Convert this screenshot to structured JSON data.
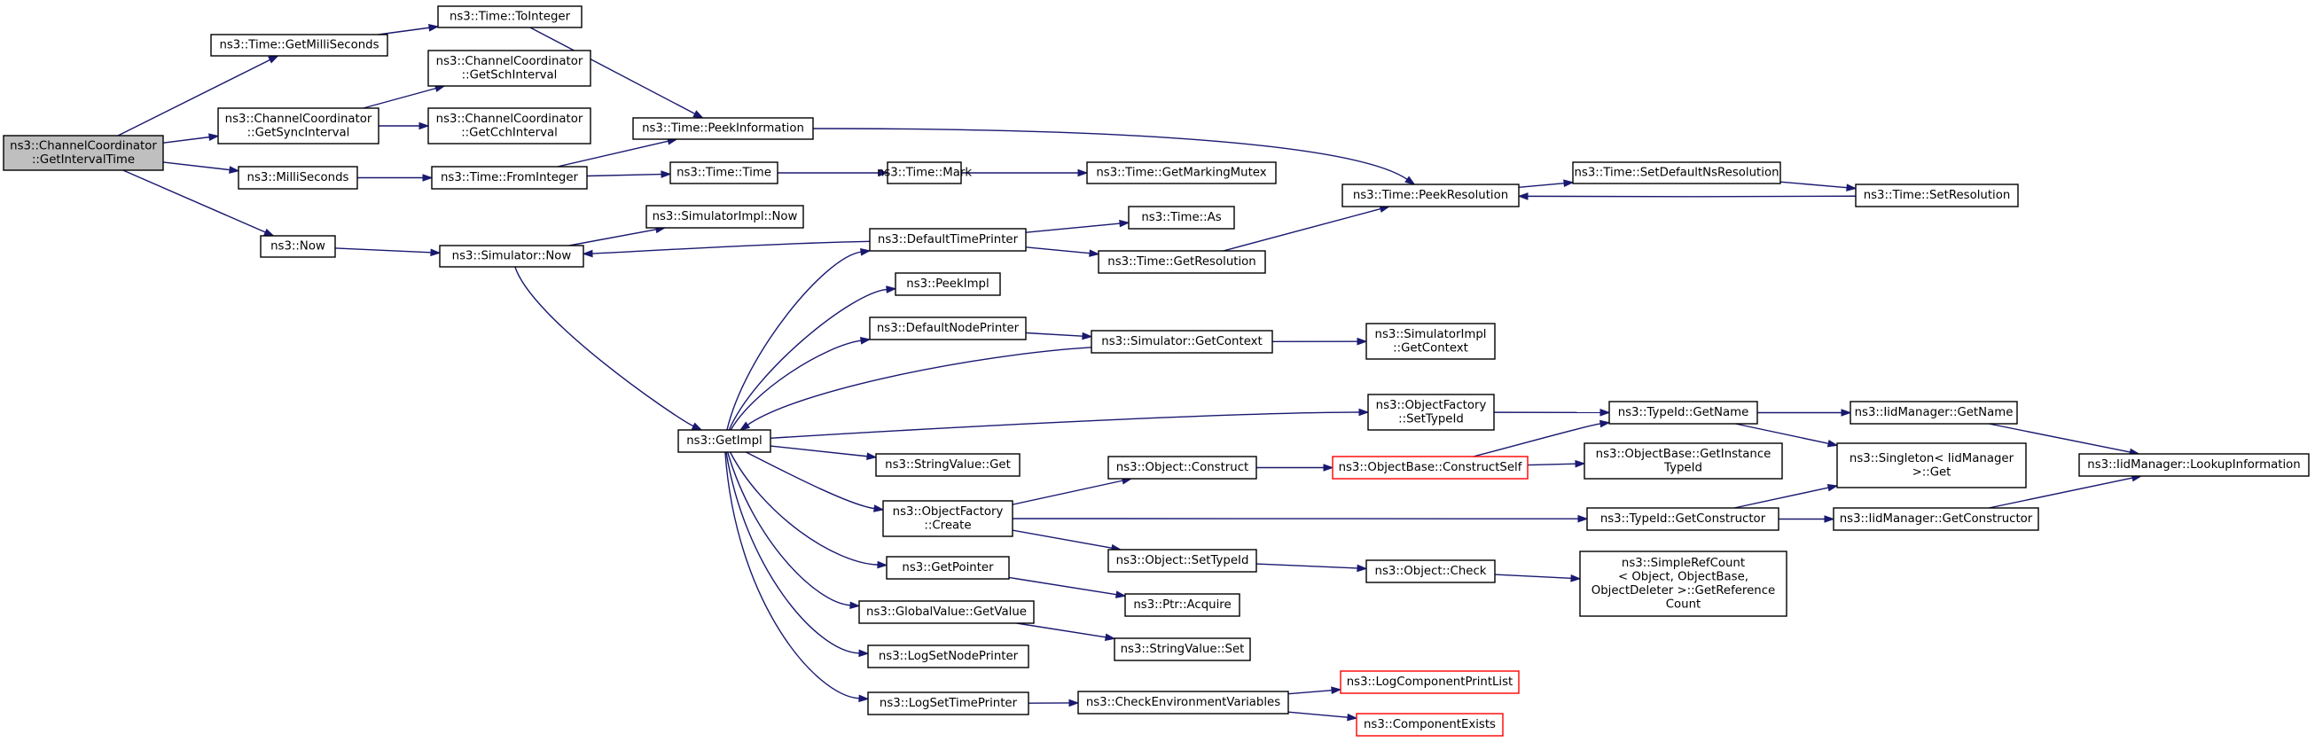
{
  "colors": {
    "edge": "#191970",
    "root_fill": "#bfbfbf",
    "node_fill": "#ffffff",
    "node_border": "#000000",
    "truncated_border": "#ff0000"
  },
  "nodes": [
    {
      "id": "root",
      "lines": [
        "ns3::ChannelCoordinator",
        "::GetIntervalTime"
      ],
      "style": "root"
    },
    {
      "id": "getMilliSeconds",
      "lines": [
        "ns3::Time::GetMilliSeconds"
      ]
    },
    {
      "id": "getSyncInterval",
      "lines": [
        "ns3::ChannelCoordinator",
        "::GetSyncInterval"
      ]
    },
    {
      "id": "milliSeconds",
      "lines": [
        "ns3::MilliSeconds"
      ]
    },
    {
      "id": "now",
      "lines": [
        "ns3::Now"
      ]
    },
    {
      "id": "toInteger",
      "lines": [
        "ns3::Time::ToInteger"
      ]
    },
    {
      "id": "getSchInterval",
      "lines": [
        "ns3::ChannelCoordinator",
        "::GetSchInterval"
      ]
    },
    {
      "id": "getCchInterval",
      "lines": [
        "ns3::ChannelCoordinator",
        "::GetCchInterval"
      ]
    },
    {
      "id": "peekInformation",
      "lines": [
        "ns3::Time::PeekInformation"
      ]
    },
    {
      "id": "fromInteger",
      "lines": [
        "ns3::Time::FromInteger"
      ]
    },
    {
      "id": "timeTime",
      "lines": [
        "ns3::Time::Time"
      ]
    },
    {
      "id": "timeMark",
      "lines": [
        "ns3::Time::Mark"
      ]
    },
    {
      "id": "getMarkingMutex",
      "lines": [
        "ns3::Time::GetMarkingMutex"
      ]
    },
    {
      "id": "simulatorNow",
      "lines": [
        "ns3::Simulator::Now"
      ]
    },
    {
      "id": "simImplNow",
      "lines": [
        "ns3::SimulatorImpl::Now"
      ]
    },
    {
      "id": "peekResolution",
      "lines": [
        "ns3::Time::PeekResolution"
      ]
    },
    {
      "id": "setDefaultNsResolution",
      "lines": [
        "ns3::Time::SetDefaultNsResolution"
      ]
    },
    {
      "id": "setResolution",
      "lines": [
        "ns3::Time::SetResolution"
      ]
    },
    {
      "id": "defaultTimePrinter",
      "lines": [
        "ns3::DefaultTimePrinter"
      ]
    },
    {
      "id": "timeAs",
      "lines": [
        "ns3::Time::As"
      ]
    },
    {
      "id": "getResolution",
      "lines": [
        "ns3::Time::GetResolution"
      ]
    },
    {
      "id": "peekImpl",
      "lines": [
        "ns3::PeekImpl"
      ]
    },
    {
      "id": "defaultNodePrinter",
      "lines": [
        "ns3::DefaultNodePrinter"
      ]
    },
    {
      "id": "simGetContext",
      "lines": [
        "ns3::Simulator::GetContext"
      ]
    },
    {
      "id": "simImplGetContext",
      "lines": [
        "ns3::SimulatorImpl",
        "::GetContext"
      ]
    },
    {
      "id": "getImpl",
      "lines": [
        "ns3::GetImpl"
      ]
    },
    {
      "id": "ofSetTypeId",
      "lines": [
        "ns3::ObjectFactory",
        "::SetTypeId"
      ]
    },
    {
      "id": "typeIdGetName",
      "lines": [
        "ns3::TypeId::GetName"
      ]
    },
    {
      "id": "iidGetName",
      "lines": [
        "ns3::IidManager::GetName"
      ]
    },
    {
      "id": "iidLookup",
      "lines": [
        "ns3::IidManager::LookupInformation"
      ]
    },
    {
      "id": "stringValueGet",
      "lines": [
        "ns3::StringValue::Get"
      ]
    },
    {
      "id": "objectConstruct",
      "lines": [
        "ns3::Object::Construct"
      ]
    },
    {
      "id": "constructSelf",
      "lines": [
        "ns3::ObjectBase::ConstructSelf"
      ],
      "style": "red"
    },
    {
      "id": "getInstanceTypeId",
      "lines": [
        "ns3::ObjectBase::GetInstance",
        "TypeId"
      ]
    },
    {
      "id": "singletonGet",
      "lines": [
        "ns3::Singleton< IidManager",
        " >::Get"
      ]
    },
    {
      "id": "ofCreate",
      "lines": [
        "ns3::ObjectFactory",
        "::Create"
      ]
    },
    {
      "id": "typeIdGetConstructor",
      "lines": [
        "ns3::TypeId::GetConstructor"
      ]
    },
    {
      "id": "iidGetConstructor",
      "lines": [
        "ns3::IidManager::GetConstructor"
      ]
    },
    {
      "id": "objectSetTypeId",
      "lines": [
        "ns3::Object::SetTypeId"
      ]
    },
    {
      "id": "objectCheck",
      "lines": [
        "ns3::Object::Check"
      ]
    },
    {
      "id": "getRefCount",
      "lines": [
        "ns3::SimpleRefCount",
        "< Object, ObjectBase,",
        " ObjectDeleter >::GetReference",
        "Count"
      ]
    },
    {
      "id": "getPointer",
      "lines": [
        "ns3::GetPointer"
      ]
    },
    {
      "id": "ptrAcquire",
      "lines": [
        "ns3::Ptr::Acquire"
      ]
    },
    {
      "id": "globalGetValue",
      "lines": [
        "ns3::GlobalValue::GetValue"
      ]
    },
    {
      "id": "stringValueSet",
      "lines": [
        "ns3::StringValue::Set"
      ]
    },
    {
      "id": "logSetNodePrinter",
      "lines": [
        "ns3::LogSetNodePrinter"
      ]
    },
    {
      "id": "logSetTimePrinter",
      "lines": [
        "ns3::LogSetTimePrinter"
      ]
    },
    {
      "id": "checkEnvVars",
      "lines": [
        "ns3::CheckEnvironmentVariables"
      ]
    },
    {
      "id": "logComponentPrintList",
      "lines": [
        "ns3::LogComponentPrintList"
      ],
      "style": "red"
    },
    {
      "id": "componentExists",
      "lines": [
        "ns3::ComponentExists"
      ],
      "style": "red"
    }
  ],
  "edges": [
    [
      "root",
      "getMilliSeconds"
    ],
    [
      "root",
      "getSyncInterval"
    ],
    [
      "root",
      "milliSeconds"
    ],
    [
      "root",
      "now"
    ],
    [
      "getMilliSeconds",
      "toInteger"
    ],
    [
      "toInteger",
      "peekInformation"
    ],
    [
      "getSyncInterval",
      "getSchInterval"
    ],
    [
      "getSyncInterval",
      "getCchInterval"
    ],
    [
      "milliSeconds",
      "fromInteger"
    ],
    [
      "fromInteger",
      "peekInformation"
    ],
    [
      "fromInteger",
      "timeTime"
    ],
    [
      "peekInformation",
      "peekResolution"
    ],
    [
      "timeTime",
      "timeMark"
    ],
    [
      "timeMark",
      "getMarkingMutex"
    ],
    [
      "now",
      "simulatorNow"
    ],
    [
      "simulatorNow",
      "simImplNow"
    ],
    [
      "simulatorNow",
      "getImpl"
    ],
    [
      "peekResolution",
      "setDefaultNsResolution"
    ],
    [
      "setDefaultNsResolution",
      "setResolution"
    ],
    [
      "setResolution",
      "peekResolution"
    ],
    [
      "defaultTimePrinter",
      "simulatorNow"
    ],
    [
      "defaultTimePrinter",
      "timeAs"
    ],
    [
      "defaultTimePrinter",
      "getResolution"
    ],
    [
      "getResolution",
      "peekResolution"
    ],
    [
      "getImpl",
      "defaultTimePrinter"
    ],
    [
      "getImpl",
      "peekImpl"
    ],
    [
      "getImpl",
      "defaultNodePrinter"
    ],
    [
      "defaultNodePrinter",
      "simGetContext"
    ],
    [
      "simGetContext",
      "getImpl"
    ],
    [
      "simGetContext",
      "simImplGetContext"
    ],
    [
      "getImpl",
      "ofSetTypeId"
    ],
    [
      "ofSetTypeId",
      "typeIdGetName"
    ],
    [
      "typeIdGetName",
      "iidGetName"
    ],
    [
      "typeIdGetName",
      "singletonGet"
    ],
    [
      "iidGetName",
      "iidLookup"
    ],
    [
      "getImpl",
      "stringValueGet"
    ],
    [
      "getImpl",
      "ofCreate"
    ],
    [
      "ofCreate",
      "objectConstruct"
    ],
    [
      "ofCreate",
      "typeIdGetConstructor"
    ],
    [
      "ofCreate",
      "objectSetTypeId"
    ],
    [
      "objectConstruct",
      "constructSelf"
    ],
    [
      "constructSelf",
      "typeIdGetName"
    ],
    [
      "constructSelf",
      "getInstanceTypeId"
    ],
    [
      "typeIdGetConstructor",
      "singletonGet"
    ],
    [
      "typeIdGetConstructor",
      "iidGetConstructor"
    ],
    [
      "iidGetConstructor",
      "iidLookup"
    ],
    [
      "objectSetTypeId",
      "objectCheck"
    ],
    [
      "objectCheck",
      "getRefCount"
    ],
    [
      "getImpl",
      "getPointer"
    ],
    [
      "getPointer",
      "ptrAcquire"
    ],
    [
      "getImpl",
      "globalGetValue"
    ],
    [
      "globalGetValue",
      "stringValueSet"
    ],
    [
      "getImpl",
      "logSetNodePrinter"
    ],
    [
      "getImpl",
      "logSetTimePrinter"
    ],
    [
      "logSetTimePrinter",
      "checkEnvVars"
    ],
    [
      "checkEnvVars",
      "logComponentPrintList"
    ],
    [
      "checkEnvVars",
      "componentExists"
    ]
  ]
}
